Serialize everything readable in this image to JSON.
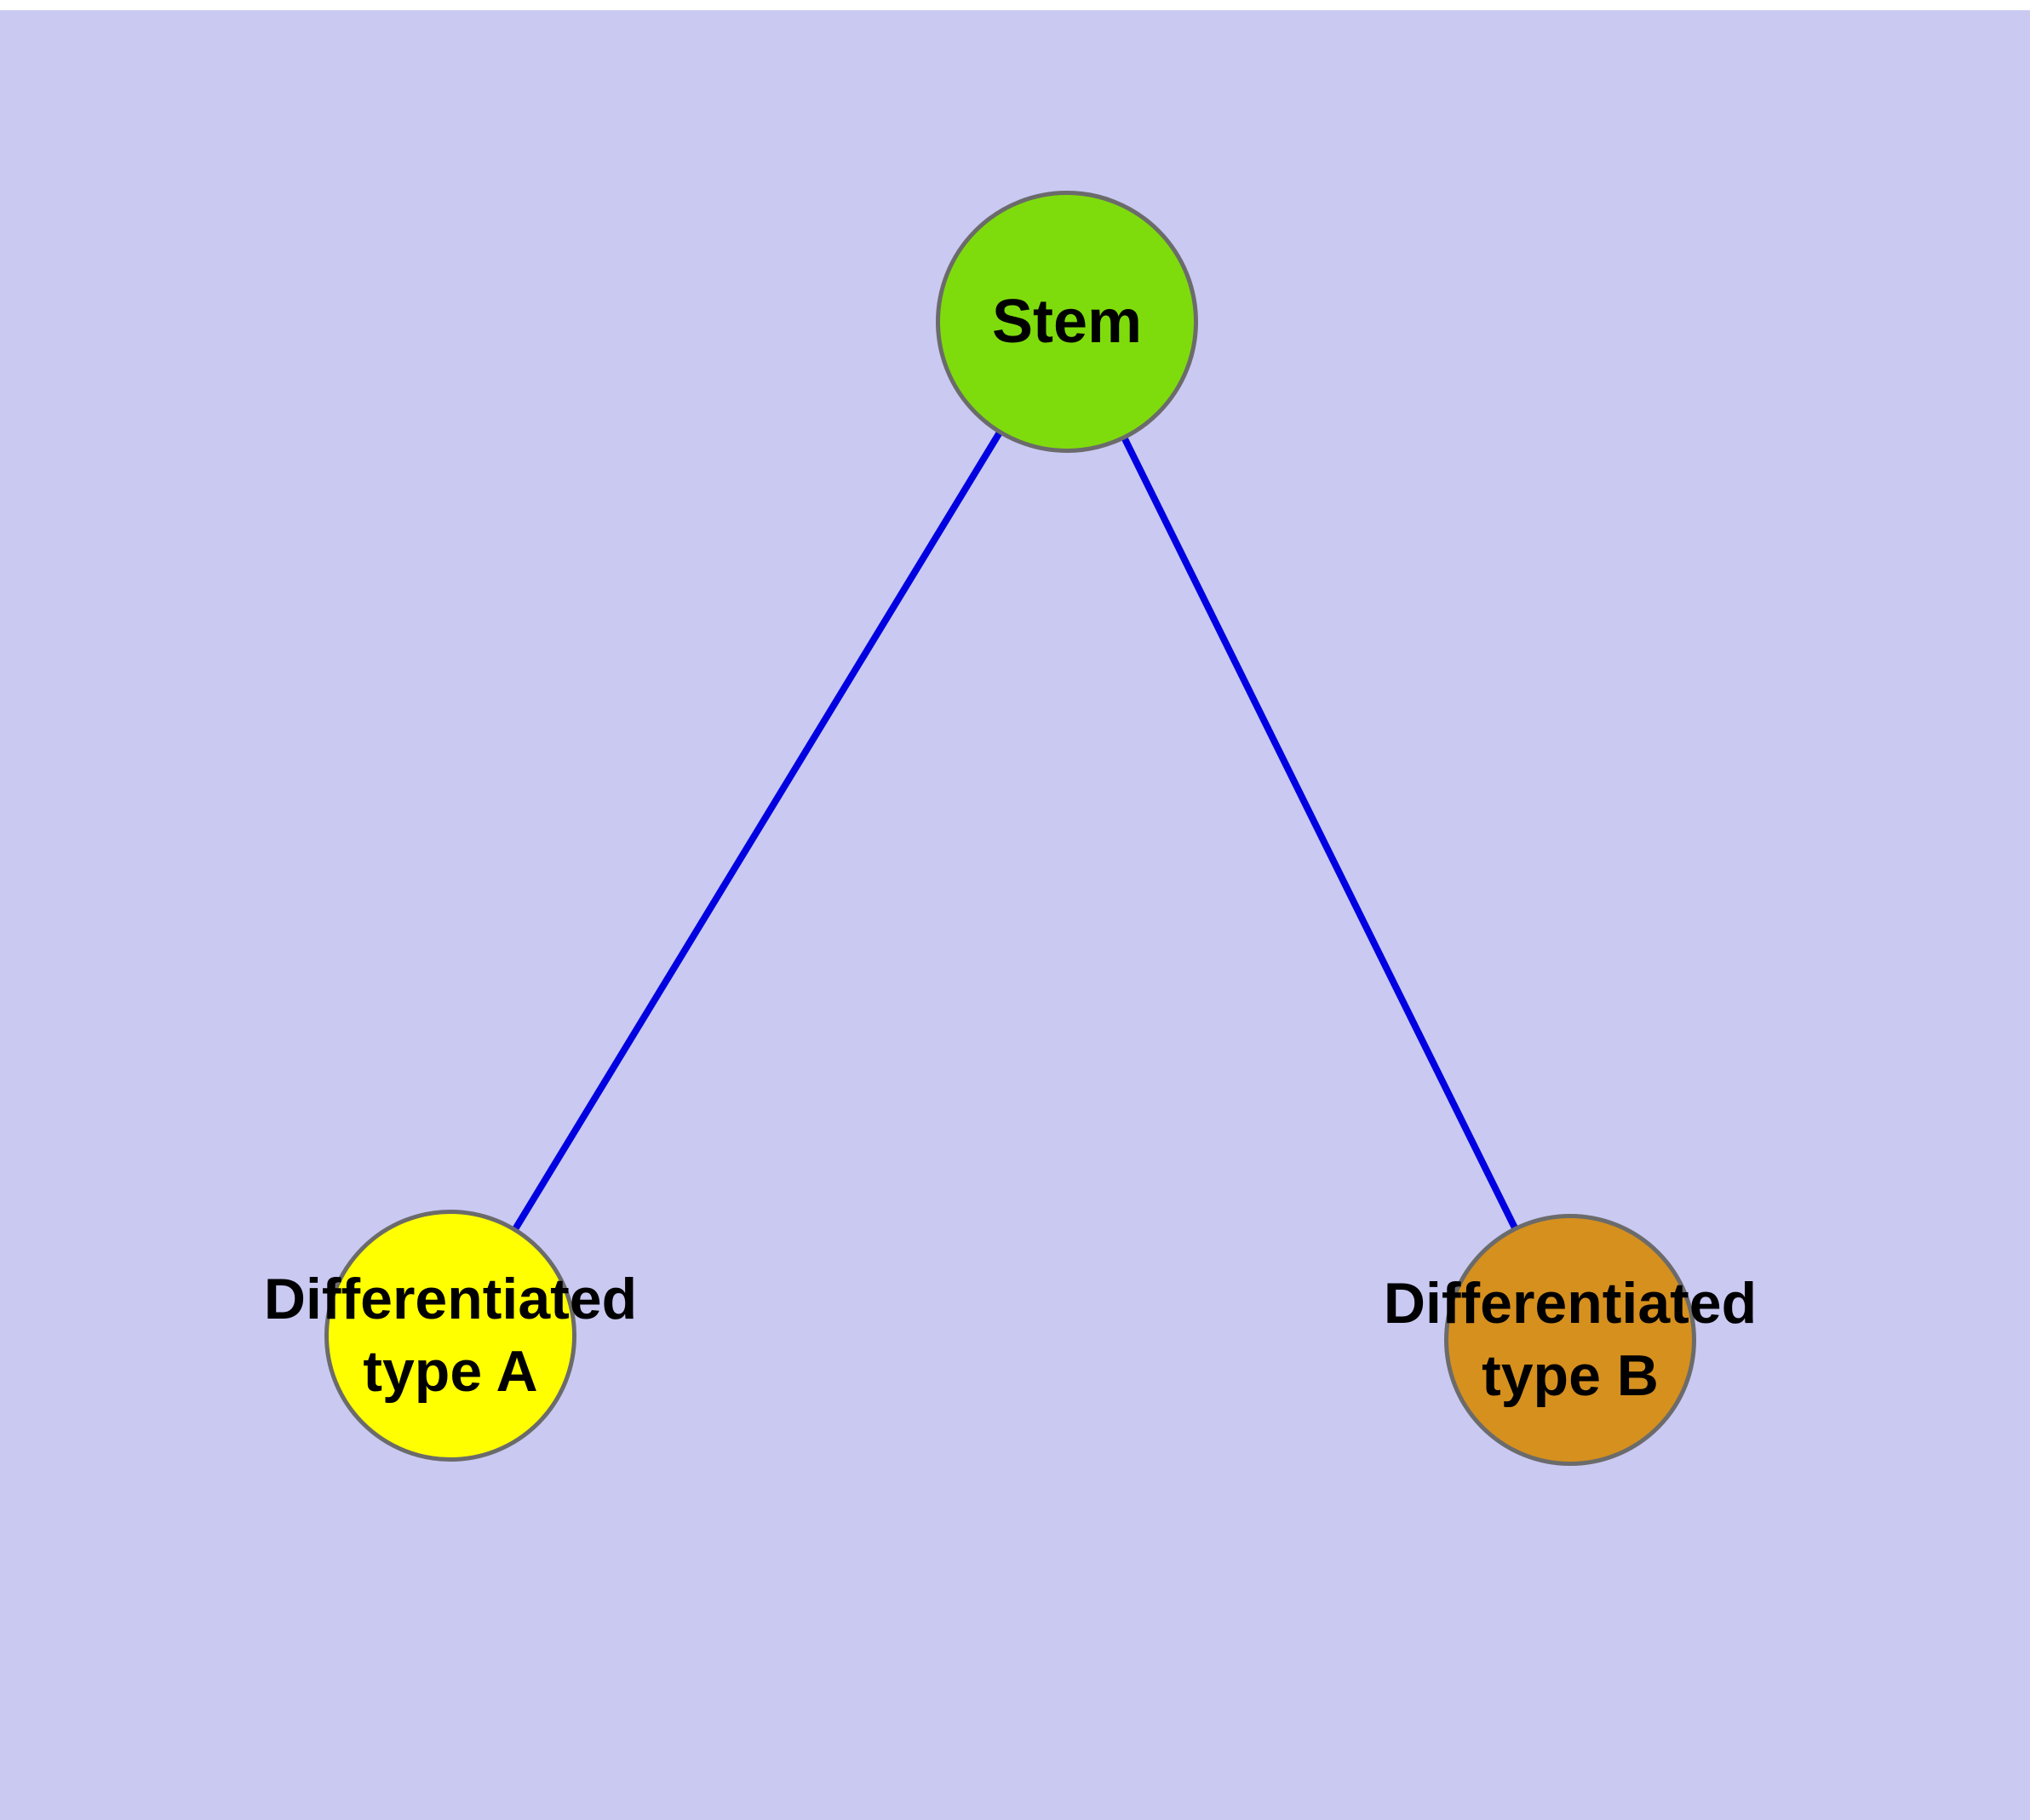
{
  "diagram": {
    "background": "#c9c9f2",
    "edge_color": "#0000e0",
    "node_border_color": "#6b6b6b",
    "text_color": "#000000",
    "nodes": [
      {
        "id": "stem",
        "label": "Stem",
        "color": "#7fdc0c"
      },
      {
        "id": "diff-a",
        "label": "Differentiated\ntype A",
        "color": "#ffff00"
      },
      {
        "id": "diff-b",
        "label": "Differentiated\ntype B",
        "color": "#d6901e"
      }
    ],
    "edges": [
      {
        "from": "stem",
        "to": "diff-a"
      },
      {
        "from": "stem",
        "to": "diff-b"
      }
    ]
  }
}
